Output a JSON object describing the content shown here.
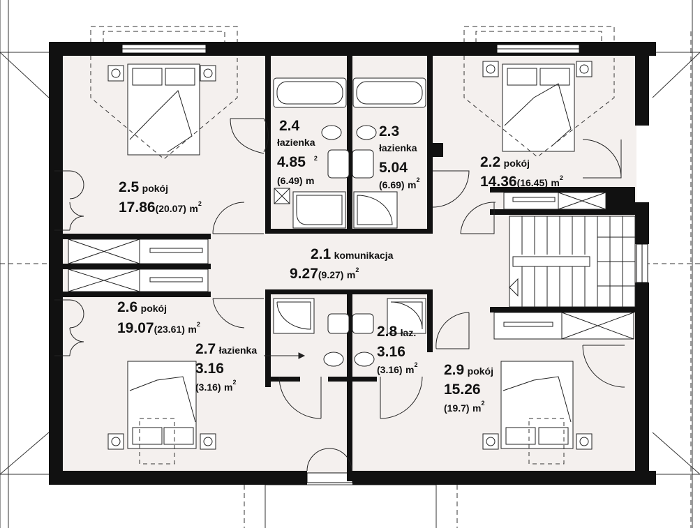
{
  "rooms": {
    "r21": {
      "num": "2.1",
      "name": "komunikacja",
      "area": "9.27",
      "gross": "(9.27)",
      "unit": "m",
      "sup": "2"
    },
    "r22": {
      "num": "2.2",
      "name": "pokój",
      "area": "14.36",
      "gross": "(16.45)",
      "unit": "m",
      "sup": "2"
    },
    "r23": {
      "num": "2.3",
      "name": "łazienka",
      "area": "5.04",
      "gross": "(6.69)",
      "unit": "m",
      "sup": "2"
    },
    "r24": {
      "num": "2.4",
      "name": "łazienka",
      "area": "4.85",
      "gross": "(6.49)",
      "unit": "m",
      "sup": "2"
    },
    "r25": {
      "num": "2.5",
      "name": "pokój",
      "area": "17.86",
      "gross": "(20.07)",
      "unit": "m",
      "sup": "2"
    },
    "r26": {
      "num": "2.6",
      "name": "pokój",
      "area": "19.07",
      "gross": "(23.61)",
      "unit": "m",
      "sup": "2"
    },
    "r27": {
      "num": "2.7",
      "name": "łazienka",
      "area": "3.16",
      "gross": "(3.16)",
      "unit": "m",
      "sup": "2"
    },
    "r28": {
      "num": "2.8",
      "name": "łaz.",
      "area": "3.16",
      "gross": "(3.16)",
      "unit": "m",
      "sup": "2"
    },
    "r29": {
      "num": "2.9",
      "name": "pokój",
      "area": "15.26",
      "gross": "(19.7)",
      "unit": "m",
      "sup": "2"
    }
  },
  "colors": {
    "wall": "#111111",
    "floor": "#f4f0ee",
    "line": "#222222"
  }
}
